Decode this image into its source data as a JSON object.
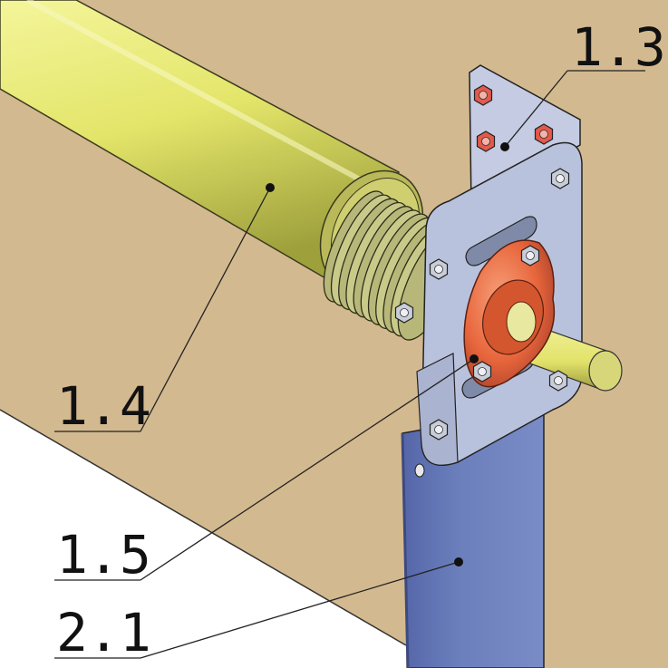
{
  "diagram": {
    "callouts": [
      {
        "id": "1.3",
        "label": "1.3"
      },
      {
        "id": "1.4",
        "label": "1.4"
      },
      {
        "id": "1.5",
        "label": "1.5"
      },
      {
        "id": "2.1",
        "label": "2.1"
      }
    ]
  },
  "colors": {
    "wall": "#d3b98f",
    "floor": "#ffffff",
    "tube": "#e8ea78",
    "tube_shade": "#9ea03c",
    "spring": "#c9c98a",
    "bracket": "#b9c2dc",
    "post": "#6b7fbc",
    "bearing": "#ef6a3c",
    "nut": "#c8cdd8",
    "nut_red": "#e25a4c",
    "leader": "#222222"
  }
}
